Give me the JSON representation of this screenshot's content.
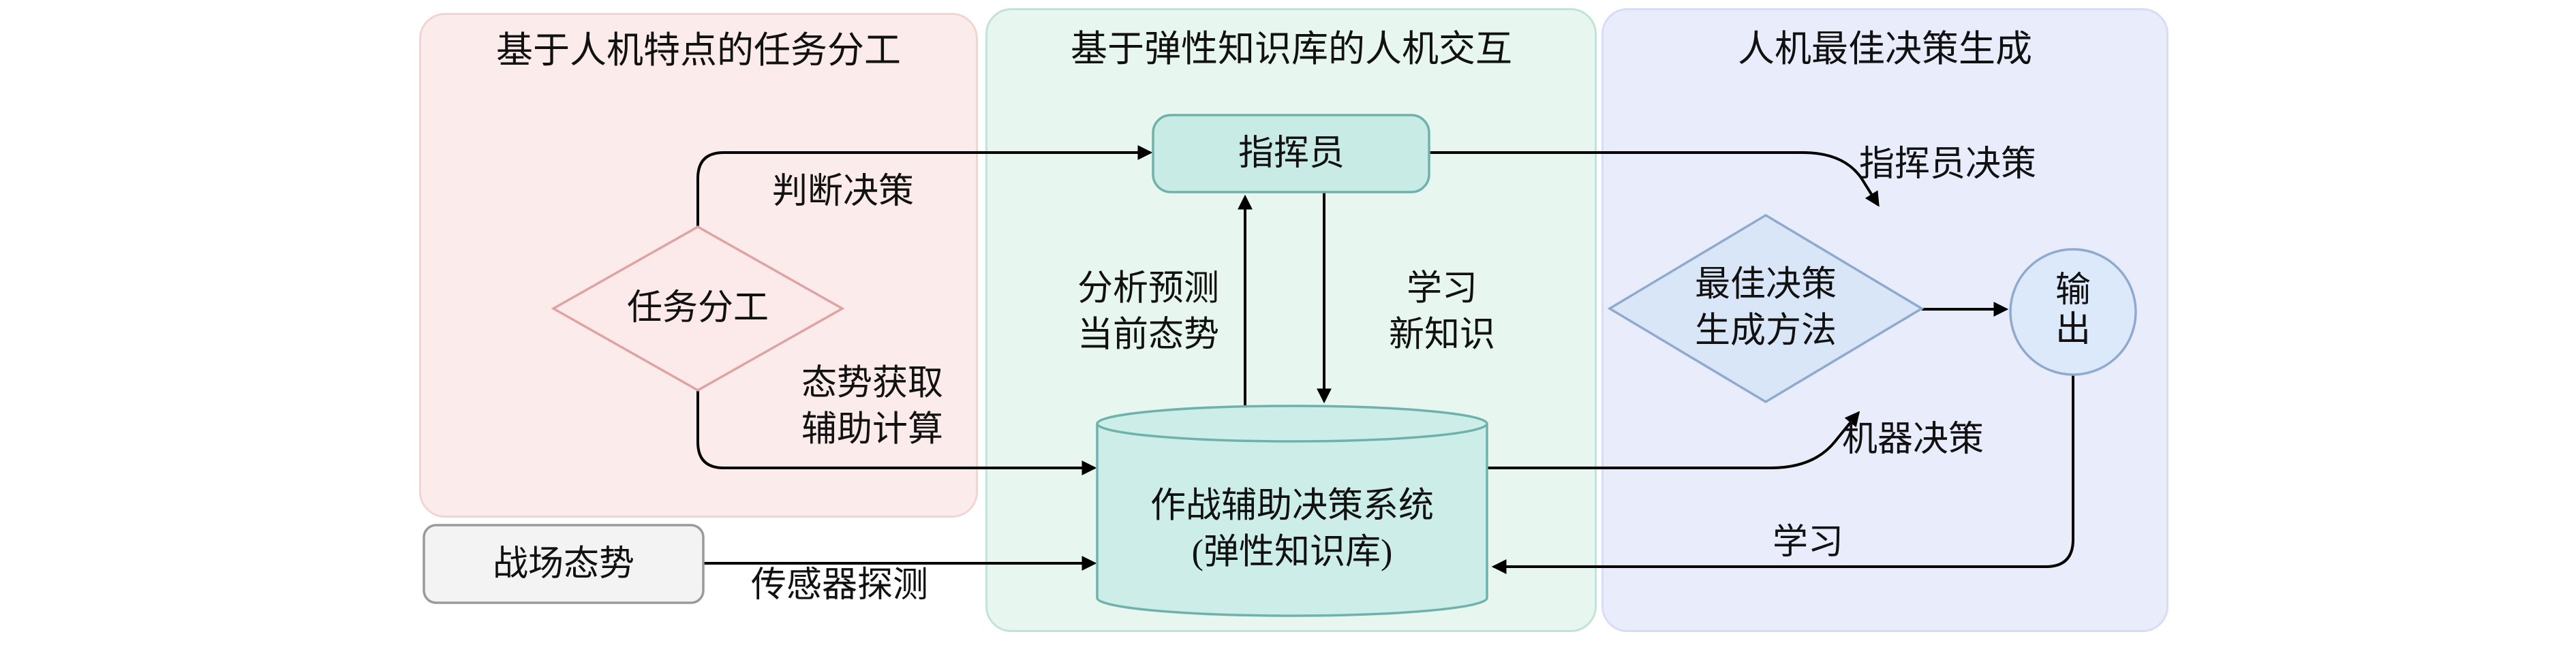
{
  "panels": [
    {
      "title": "基于人机特点的任务分工",
      "bg": "#fbeceb",
      "border": "#f1d5d3"
    },
    {
      "title": "基于弹性知识库的人机交互",
      "bg": "#e7f6ef",
      "border": "#c2e4d6"
    },
    {
      "title": "人机最佳决策生成",
      "bg": "#e9edfb",
      "border": "#d7ddf4"
    }
  ],
  "nodes": {
    "task_diamond": {
      "label": "任务分工",
      "fill": "#fceaea",
      "stroke": "#dfa3a3"
    },
    "battlefield_box": {
      "label": "战场态势",
      "fill": "#f3f3f3",
      "stroke": "#9a9a9a"
    },
    "commander_box": {
      "label": "指挥员",
      "fill": "#c9ebe5",
      "stroke": "#6fb2ab"
    },
    "knowledge_base": {
      "label": "作战辅助决策系统\n(弹性知识库)",
      "fill": "#cdeee8",
      "stroke": "#6fb2ab"
    },
    "best_decision_diamond": {
      "label": "最佳决策\n生成方法",
      "fill": "#d9e6f8",
      "stroke": "#8fa9cf"
    },
    "output_circle": {
      "label": "输\n出",
      "fill": "#dce9fa",
      "stroke": "#8fa9cf"
    }
  },
  "edge_labels": {
    "judge_decision": "判断决策",
    "situation_acquire": "态势获取\n辅助计算",
    "sensor_detect": "传感器探测",
    "analyze_predict": "分析预测\n当前态势",
    "learn_new_knowledge": "学习\n新知识",
    "commander_decision": "指挥员决策",
    "machine_decision": "机器决策",
    "learning": "学习"
  },
  "colors": {
    "arrow": "#000000",
    "text": "#111111"
  }
}
